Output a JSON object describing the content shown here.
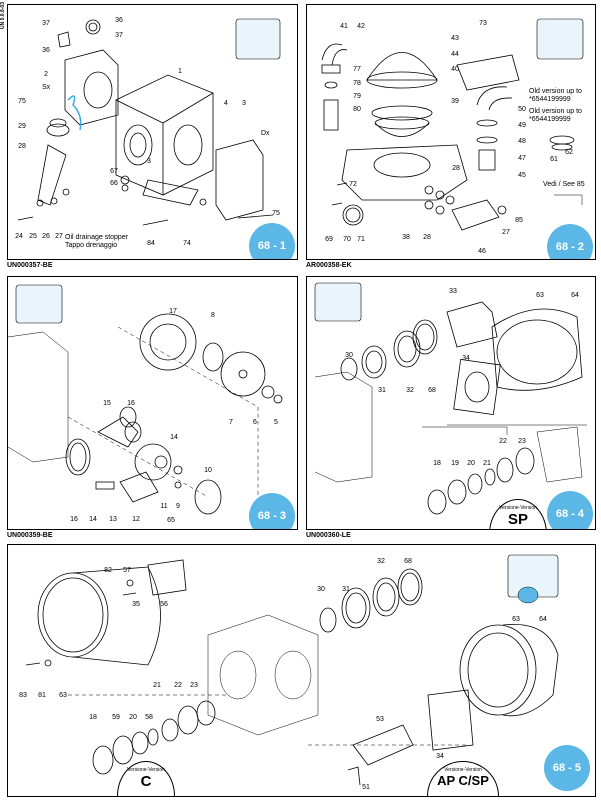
{
  "side_code": "UN 0.0.8-03",
  "panels": [
    {
      "badge": "68 - 1",
      "code": "UN000357-BE",
      "notes": {
        "oil_1": "Oil drainage stopper",
        "oil_2": "Tappo drenaggio",
        "sx": "Sx",
        "dx": "Dx"
      },
      "labels": [
        "36",
        "37",
        "37",
        "36",
        "2",
        "75",
        "1",
        "29",
        "28",
        "4",
        "3",
        "67",
        "66",
        "3",
        "24",
        "25",
        "26",
        "27",
        "84",
        "74",
        "75"
      ]
    },
    {
      "badge": "68 - 2",
      "code": "AR000358-EK",
      "notes": {
        "old1": "Old version up to",
        "old1n": "*6544199999",
        "old2": "Old version up to",
        "old2n": "*6544199999",
        "vedi": "Vedi / See 85"
      },
      "labels": [
        "41",
        "42",
        "73",
        "43",
        "44",
        "77",
        "40",
        "78",
        "79",
        "80",
        "39",
        "50",
        "49",
        "48",
        "47",
        "45",
        "72",
        "28",
        "61",
        "62",
        "69",
        "70",
        "71",
        "38",
        "28",
        "46",
        "27",
        "85"
      ]
    },
    {
      "badge": "68 - 3",
      "code": "UN000359-BE",
      "notes": {},
      "labels": [
        "17",
        "8",
        "15",
        "16",
        "14",
        "10",
        "7",
        "6",
        "5",
        "16",
        "14",
        "13",
        "12",
        "11",
        "9",
        "65"
      ]
    },
    {
      "badge": "68 - 4",
      "code": "UN000360-LE",
      "notes": {
        "vv": "Versione-Version",
        "sp": "SP"
      },
      "labels": [
        "33",
        "63",
        "64",
        "30",
        "31",
        "32",
        "68",
        "34",
        "22",
        "23",
        "18",
        "19",
        "20",
        "21"
      ]
    },
    {
      "badge": "68 - 5",
      "code": "",
      "notes": {
        "vv1": "Versione-Version",
        "c": "C",
        "vv2": "Versione-Version",
        "apc": "AP C/SP"
      },
      "labels": [
        "82",
        "57",
        "35",
        "56",
        "30",
        "31",
        "32",
        "68",
        "63",
        "64",
        "21",
        "22",
        "23",
        "83",
        "81",
        "63",
        "18",
        "59",
        "20",
        "58",
        "53",
        "34",
        "51"
      ]
    }
  ]
}
